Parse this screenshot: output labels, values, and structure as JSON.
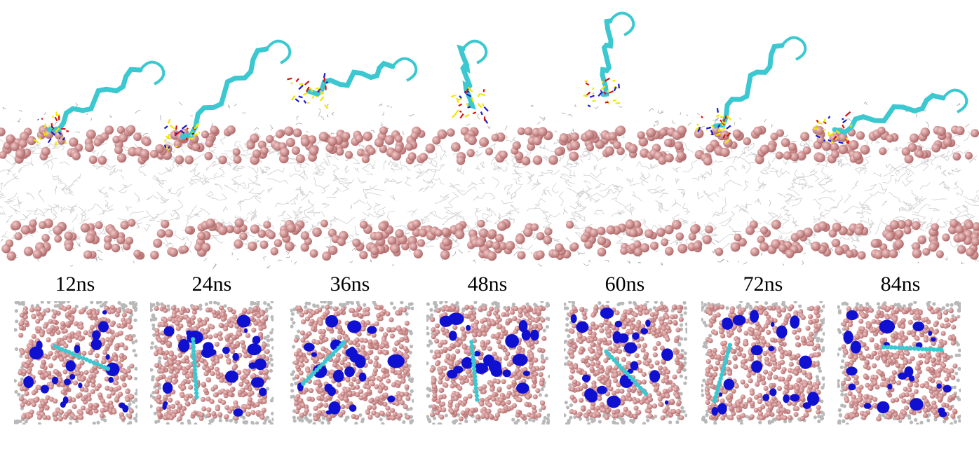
{
  "figure": {
    "timepoints": [
      {
        "label": "12ns"
      },
      {
        "label": "24ns"
      },
      {
        "label": "36ns"
      },
      {
        "label": "48ns"
      },
      {
        "label": "60ns"
      },
      {
        "label": "72ns"
      },
      {
        "label": "84ns"
      }
    ],
    "colors": {
      "background": "#ffffff",
      "lipid_tails": "#c8c8c8",
      "headgroup_spheres": "#d98b8b",
      "helix": "#3cc8d0",
      "residue_yellow": "#f2e600",
      "residue_red": "#d81010",
      "residue_blue": "#1a1acc",
      "pore_blue": "#1010d0",
      "tail_spheres": "#b8b8b8"
    }
  }
}
